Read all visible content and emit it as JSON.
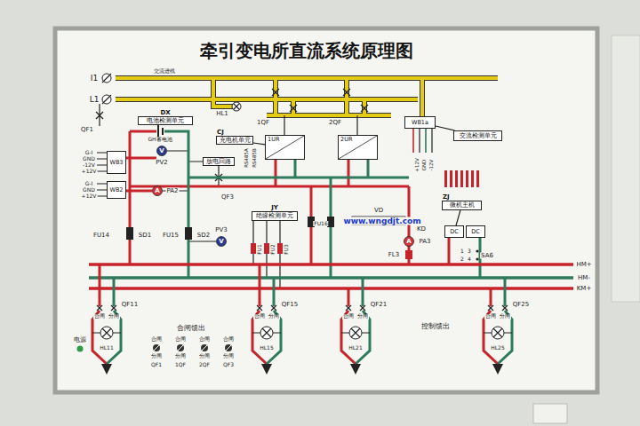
{
  "diagram": {
    "title": "牵引变电所直流系统原理图",
    "nodes": [
      {
        "text": [
          "DX",
          "电池检测单元"
        ]
      },
      {
        "text": [
          "CJ",
          "充电机单元"
        ]
      },
      {
        "text": [
          "1UR"
        ]
      },
      {
        "text": [
          "2UR"
        ]
      },
      {
        "text": [
          "WB1a"
        ]
      },
      {
        "text": [
          "交流检测单元"
        ]
      },
      {
        "text": [
          "WB3"
        ]
      },
      {
        "text": [
          "WB2"
        ]
      },
      {
        "text": [
          "放电回路"
        ]
      },
      {
        "text": [
          "JY",
          "绝缘检测单元"
        ]
      },
      {
        "text": [
          "ZJ",
          "微机主机"
        ]
      },
      {
        "text": [
          "DC"
        ]
      },
      {
        "text": [
          "DC"
        ]
      },
      {
        "text": [
          "V"
        ]
      },
      {
        "text": [
          "A"
        ]
      },
      {
        "text": [
          "V"
        ]
      },
      {
        "text": [
          "A"
        ]
      }
    ],
    "edges": [
      {
        "from": 4,
        "to": 5,
        "arrow": "none"
      },
      {
        "from": 1,
        "to": 2,
        "arrow": "none"
      },
      {
        "from": 10,
        "to": 11,
        "arrow": "none"
      }
    ],
    "labels": [
      "I1",
      "L1",
      "交流进线",
      "QF1",
      "HL1",
      "1QF",
      "2QF",
      "+12V",
      "GND",
      "-12V",
      "GH蓄电池",
      "G-I",
      "GND",
      "-12V",
      "+12V",
      "PV2",
      "RS485A",
      "RS485B",
      "G-I",
      "GND",
      "+12V",
      "PA2",
      "QF3",
      "VD",
      "www.wngdjt.com",
      "FU14",
      "SD1",
      "FU15",
      "SD2",
      "PV3",
      "FU16",
      "KD",
      "PA3",
      "FL3",
      "FU1",
      "FU2",
      "FU3",
      "1",
      "3",
      "2",
      "4",
      "SA6",
      "HM+",
      "HM-",
      "KM+",
      "QF11",
      "QF15",
      "QF21",
      "QF25",
      "合闸",
      "分闸",
      "HL11",
      "合闸",
      "分闸",
      "HL15",
      "合闸",
      "分闸",
      "HL21",
      "合闸",
      "分闸",
      "HL25",
      "合闸馈出",
      "控制馈出",
      "电源",
      "合闸",
      "分闸",
      "QF1",
      "合闸",
      "分闸",
      "1QF",
      "合闸",
      "分闸",
      "2QF",
      "合闸",
      "分闸",
      "QF3"
    ]
  }
}
